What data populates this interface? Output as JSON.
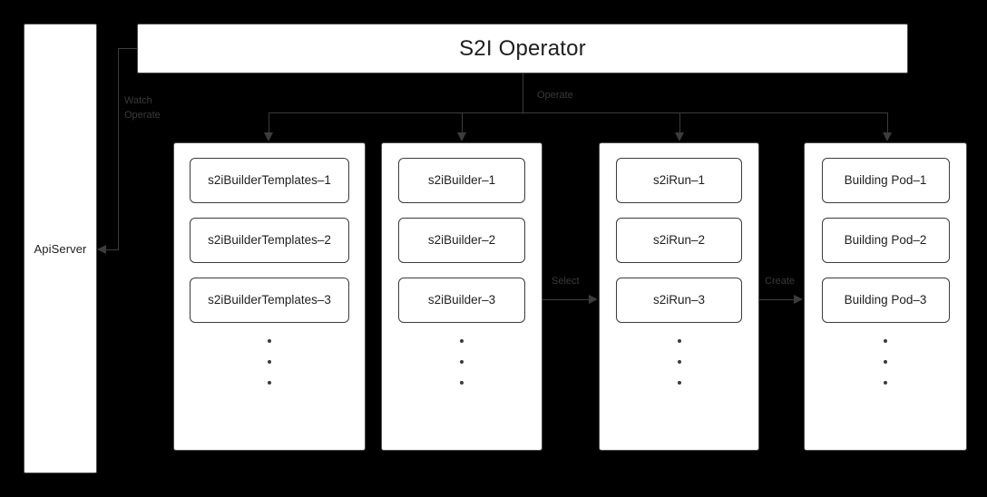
{
  "diagram": {
    "title": "S2I Operator",
    "background_color": "#000000",
    "node_fill": "#ffffff",
    "stroke_color": "#3c3c3c",
    "text_color": "#1f1f1f"
  },
  "api_server": {
    "label": "ApiServer"
  },
  "operator": {
    "label": "S2I Operator"
  },
  "edges": {
    "watch_operate": "Watch\nOperate",
    "operate": "Operate",
    "select": "Select",
    "create": "Create"
  },
  "groups": [
    {
      "id": "s2ibuildertemplates",
      "items": [
        "s2iBuilderTemplates–1",
        "s2iBuilderTemplates–2",
        "s2iBuilderTemplates–3"
      ],
      "ellipsis_dots": 3
    },
    {
      "id": "s2ibuilder",
      "items": [
        "s2iBuilder–1",
        "s2iBuilder–2",
        "s2iBuilder–3"
      ],
      "ellipsis_dots": 3
    },
    {
      "id": "s2irun",
      "items": [
        "s2iRun–1",
        "s2iRun–2",
        "s2iRun–3"
      ],
      "ellipsis_dots": 3
    },
    {
      "id": "building-pod",
      "items": [
        "Building Pod–1",
        "Building Pod–2",
        "Building Pod–3"
      ],
      "ellipsis_dots": 3
    }
  ]
}
